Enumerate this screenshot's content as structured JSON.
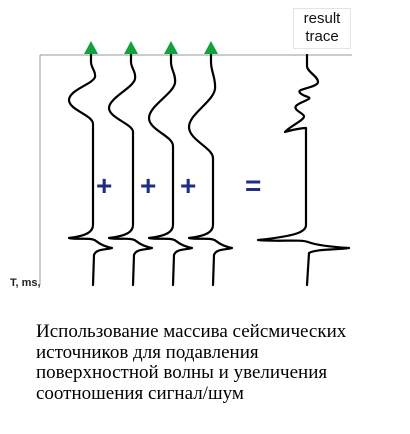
{
  "result_label": {
    "line1": "result",
    "line2": "trace"
  },
  "axis": {
    "time_label": "T, ms,"
  },
  "operators": {
    "plus": "+",
    "equals": "="
  },
  "caption": {
    "lines": [
      "Использование массива сейсмических",
      "источников для подавления",
      "поверхностной волны и увеличения",
      "соотношения сигнал/шум"
    ]
  },
  "colors": {
    "source_marker": "#14a03c",
    "operator": "#1f2f7f",
    "trace": "#000000",
    "axis": "#999999"
  },
  "icons": {
    "source": "green-triangle-source-icon"
  },
  "counts": {
    "source_traces": 4,
    "result_traces": 1
  }
}
